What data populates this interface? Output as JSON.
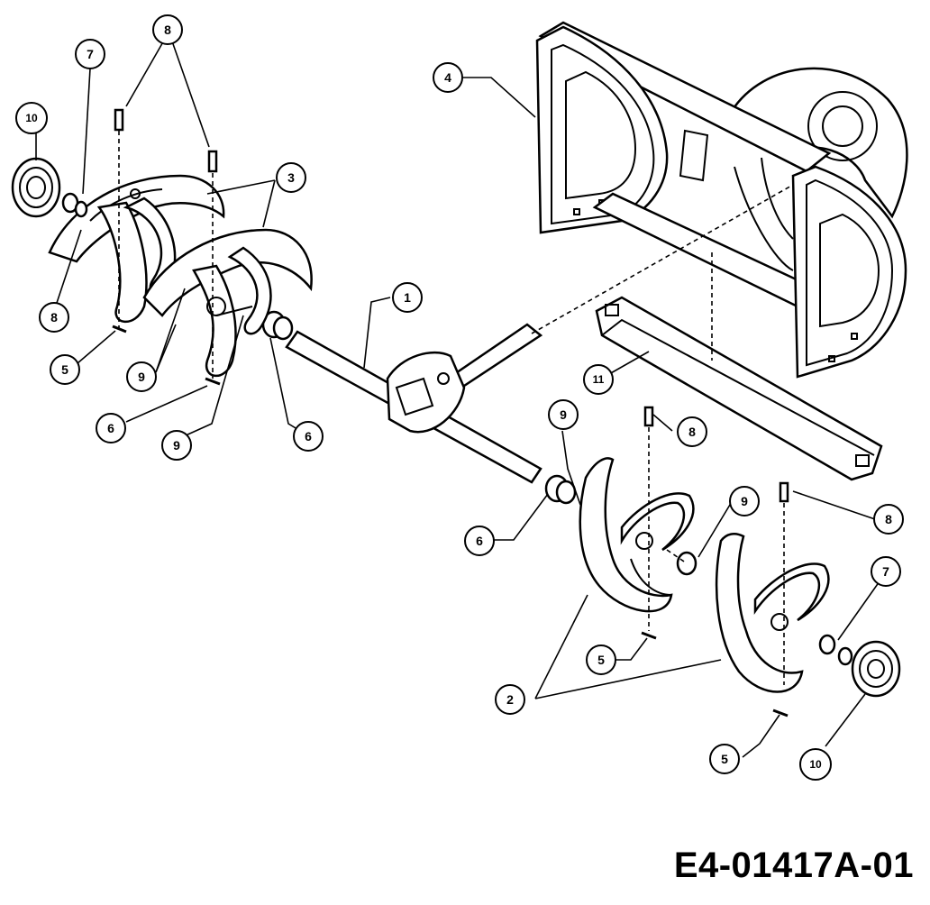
{
  "drawing_id": "E4-01417A-01",
  "callouts": [
    {
      "id": "c1",
      "label": "1"
    },
    {
      "id": "c2",
      "label": "2"
    },
    {
      "id": "c3",
      "label": "3"
    },
    {
      "id": "c4",
      "label": "4"
    },
    {
      "id": "c5a",
      "label": "5"
    },
    {
      "id": "c5b",
      "label": "5"
    },
    {
      "id": "c5c",
      "label": "5"
    },
    {
      "id": "c6a",
      "label": "6"
    },
    {
      "id": "c6b",
      "label": "6"
    },
    {
      "id": "c6c",
      "label": "6"
    },
    {
      "id": "c7a",
      "label": "7"
    },
    {
      "id": "c7b",
      "label": "7"
    },
    {
      "id": "c8a",
      "label": "8"
    },
    {
      "id": "c8b",
      "label": "8"
    },
    {
      "id": "c8c",
      "label": "8"
    },
    {
      "id": "c8d",
      "label": "8"
    },
    {
      "id": "c9a",
      "label": "9"
    },
    {
      "id": "c9b",
      "label": "9"
    },
    {
      "id": "c9c",
      "label": "9"
    },
    {
      "id": "c9d",
      "label": "9"
    },
    {
      "id": "c10a",
      "label": "10"
    },
    {
      "id": "c10b",
      "label": "10"
    },
    {
      "id": "c11",
      "label": "11"
    }
  ]
}
